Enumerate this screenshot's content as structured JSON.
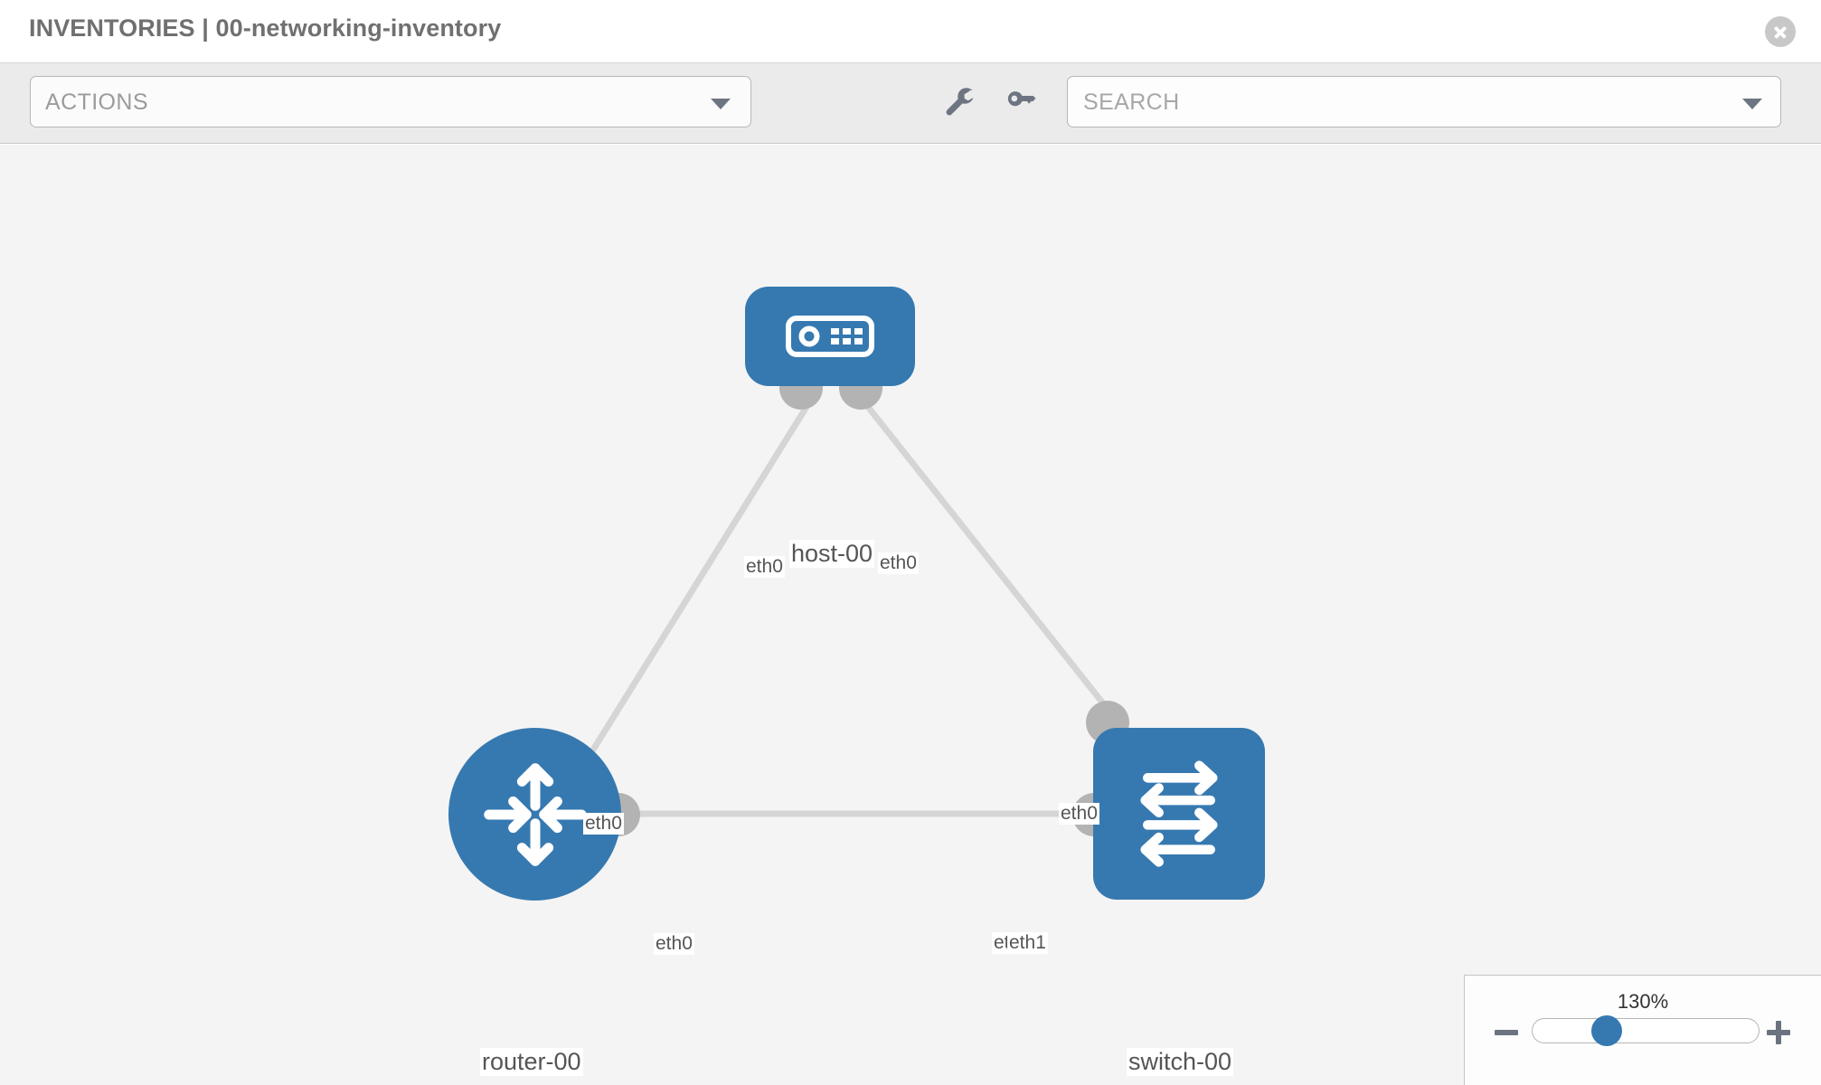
{
  "header": {
    "title": "INVENTORIES | 00-networking-inventory",
    "close_icon": "close-icon"
  },
  "toolbar": {
    "actions_label": "ACTIONS",
    "actions_caret_icon": "chevron-down-icon",
    "wrench_icon": "wrench-icon",
    "key_icon": "key-icon",
    "search_placeholder": "SEARCH",
    "search_caret_icon": "chevron-down-icon"
  },
  "topology": {
    "nodes": [
      {
        "id": "host-00",
        "label": "host-00",
        "type": "host",
        "icon": "server-icon",
        "color": "#3679b0"
      },
      {
        "id": "router-00",
        "label": "router-00",
        "type": "router",
        "icon": "router-arrows-icon",
        "color": "#3679b0"
      },
      {
        "id": "switch-00",
        "label": "switch-00",
        "type": "switch",
        "icon": "switch-arrows-icon",
        "color": "#3679b0"
      }
    ],
    "interface_labels": {
      "host_left": "eth0",
      "host_right": "eth0",
      "router_up": "eth0",
      "switch_up": "eth0",
      "router_right": "eth0",
      "switch_left_a": "eth",
      "switch_left_b": "eth1"
    },
    "links": [
      {
        "from": "host-00",
        "from_if": "eth0",
        "to": "router-00",
        "to_if": "eth0"
      },
      {
        "from": "host-00",
        "from_if": "eth0",
        "to": "switch-00",
        "to_if": "eth0"
      },
      {
        "from": "router-00",
        "from_if": "eth0",
        "to": "switch-00",
        "to_if": "eth1"
      }
    ],
    "link_color": "#d5d5d5",
    "port_color": "#b3b3b3"
  },
  "zoom_control": {
    "percent": "130%",
    "minus_icon": "minus-icon",
    "plus_icon": "plus-icon",
    "slider_value": 58
  }
}
